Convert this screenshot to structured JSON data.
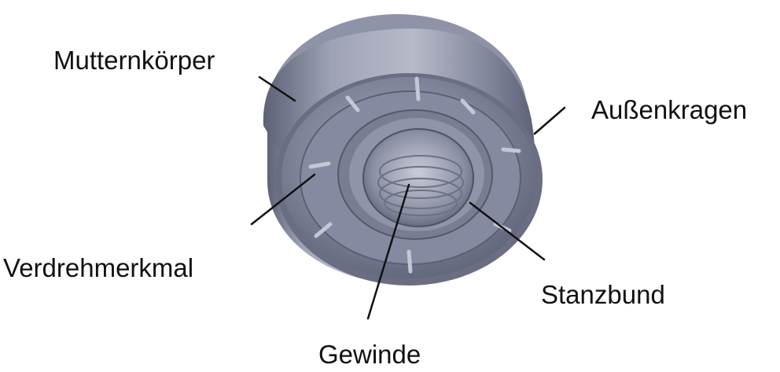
{
  "diagram": {
    "labels": {
      "mutternkoerper": "Mutternkörper",
      "aussenkragen": "Außenkragen",
      "verdrehmerkmal": "Verdrehmerkmal",
      "stanzbund": "Stanzbund",
      "gewinde": "Gewinde"
    },
    "colors": {
      "body": "#8e92a6",
      "body_dark": "#5f6378",
      "face": "#7d8196",
      "leader_line": "#111111"
    }
  }
}
